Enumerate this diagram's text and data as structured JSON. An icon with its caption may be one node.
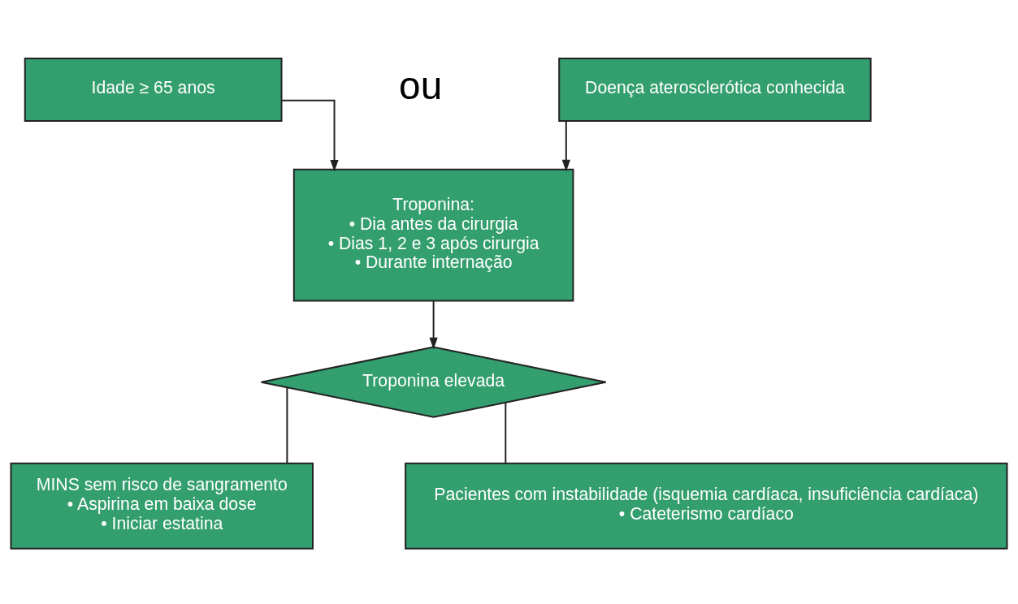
{
  "diagram": {
    "nodes": [
      {
        "text": [
          "Idade ≥ 65 anos"
        ]
      },
      {
        "text": [
          "Doença aterosclerótica conhecida"
        ]
      },
      {
        "text": [
          "Troponina:",
          "• Dia antes da cirurgia",
          "• Dias 1, 2 e 3 após cirurgia",
          "• Durante internação"
        ]
      },
      {
        "text": [
          "Troponina elevada"
        ]
      },
      {
        "text": [
          "MINS sem risco de sangramento",
          "• Aspirina em baixa dose",
          "• Iniciar estatina"
        ]
      },
      {
        "text": [
          "Pacientes com instabilidade (isquemia cardíaca, insuficiência cardíaca)",
          "• Cateterismo cardíaco"
        ]
      }
    ],
    "edges": [
      {
        "from": 0,
        "to": 2,
        "arrow": "to"
      },
      {
        "from": 1,
        "to": 2,
        "arrow": "to"
      },
      {
        "from": 2,
        "to": 3,
        "arrow": "to"
      },
      {
        "from": 3,
        "to": 4,
        "arrow": "none"
      },
      {
        "from": 3,
        "to": 5,
        "arrow": "none"
      }
    ],
    "labels": [
      "ou"
    ]
  }
}
